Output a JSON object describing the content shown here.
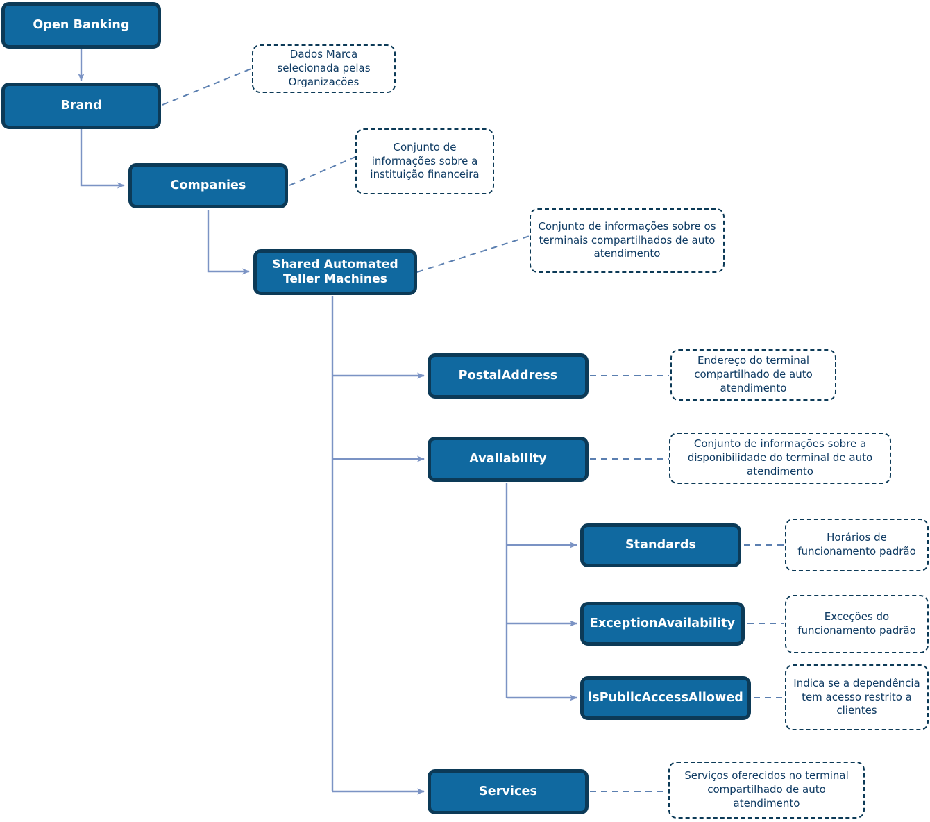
{
  "diagram": {
    "title": "Open Banking - Shared Automated Teller Machines",
    "colors": {
      "node_fill": "#1069a0",
      "node_border": "#0c3a57",
      "node_text": "#ffffff",
      "note_border": "#0c3a57",
      "note_text": "#0f3b63",
      "arrow": "#7b93c4",
      "dashed_connector": "#5b7fb0",
      "background": "#ffffff"
    },
    "nodes": [
      {
        "id": "open-banking",
        "label": "Open Banking"
      },
      {
        "id": "brand",
        "label": "Brand"
      },
      {
        "id": "companies",
        "label": "Companies"
      },
      {
        "id": "shared-automated-teller-machines",
        "label": "Shared Automated\nTeller Machines"
      },
      {
        "id": "postal-address",
        "label": "PostalAddress"
      },
      {
        "id": "availability",
        "label": "Availability"
      },
      {
        "id": "standards",
        "label": "Standards"
      },
      {
        "id": "exception-availability",
        "label": "ExceptionAvailability"
      },
      {
        "id": "is-public-access-allowed",
        "label": "isPublicAccessAllowed"
      },
      {
        "id": "services",
        "label": "Services"
      }
    ],
    "notes": [
      {
        "id": "note-brand",
        "for": "brand",
        "text": "Dados Marca selecionada pelas Organizações"
      },
      {
        "id": "note-companies",
        "for": "companies",
        "text": "Conjunto de informações sobre a instituição financeira"
      },
      {
        "id": "note-satm",
        "for": "shared-automated-teller-machines",
        "text": "Conjunto de informações sobre os terminais compartilhados de auto atendimento"
      },
      {
        "id": "note-postal-address",
        "for": "postal-address",
        "text": "Endereço do terminal compartilhado de auto atendimento"
      },
      {
        "id": "note-availability",
        "for": "availability",
        "text": "Conjunto de informações sobre a disponibilidade do terminal de auto atendimento"
      },
      {
        "id": "note-standards",
        "for": "standards",
        "text": "Horários de funcionamento padrão"
      },
      {
        "id": "note-exception-availability",
        "for": "exception-availability",
        "text": "Exceções do funcionamento padrão"
      },
      {
        "id": "note-is-public-access-allowed",
        "for": "is-public-access-allowed",
        "text": "Indica se a dependência tem acesso restrito a clientes"
      },
      {
        "id": "note-services",
        "for": "services",
        "text": "Serviços oferecidos no terminal compartilhado de auto atendimento"
      }
    ],
    "edges": [
      {
        "from": "open-banking",
        "to": "brand",
        "style": "solid-arrow"
      },
      {
        "from": "brand",
        "to": "companies",
        "style": "solid-arrow"
      },
      {
        "from": "companies",
        "to": "shared-automated-teller-machines",
        "style": "solid-arrow"
      },
      {
        "from": "shared-automated-teller-machines",
        "to": "postal-address",
        "style": "solid-arrow"
      },
      {
        "from": "shared-automated-teller-machines",
        "to": "availability",
        "style": "solid-arrow"
      },
      {
        "from": "shared-automated-teller-machines",
        "to": "services",
        "style": "solid-arrow"
      },
      {
        "from": "availability",
        "to": "standards",
        "style": "solid-arrow"
      },
      {
        "from": "availability",
        "to": "exception-availability",
        "style": "solid-arrow"
      },
      {
        "from": "availability",
        "to": "is-public-access-allowed",
        "style": "solid-arrow"
      },
      {
        "from": "brand",
        "to": "note-brand",
        "style": "dashed"
      },
      {
        "from": "companies",
        "to": "note-companies",
        "style": "dashed"
      },
      {
        "from": "shared-automated-teller-machines",
        "to": "note-satm",
        "style": "dashed"
      },
      {
        "from": "postal-address",
        "to": "note-postal-address",
        "style": "dashed"
      },
      {
        "from": "availability",
        "to": "note-availability",
        "style": "dashed"
      },
      {
        "from": "standards",
        "to": "note-standards",
        "style": "dashed"
      },
      {
        "from": "exception-availability",
        "to": "note-exception-availability",
        "style": "dashed"
      },
      {
        "from": "is-public-access-allowed",
        "to": "note-is-public-access-allowed",
        "style": "dashed"
      },
      {
        "from": "services",
        "to": "note-services",
        "style": "dashed"
      }
    ]
  }
}
